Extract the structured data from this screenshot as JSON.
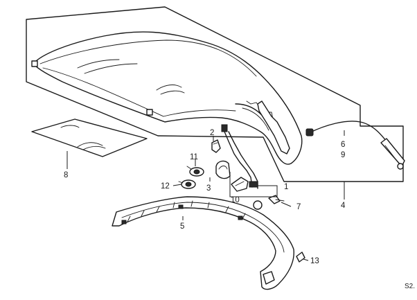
{
  "callouts": {
    "c1": "1",
    "c2": "2",
    "c3": "3",
    "c4": "4",
    "c5": "5",
    "c6": "6",
    "c7": "7",
    "c8": "8",
    "c9": "9",
    "c10": "10",
    "c11": "11",
    "c12": "12",
    "c13": "13"
  },
  "diagram_code": "S2."
}
